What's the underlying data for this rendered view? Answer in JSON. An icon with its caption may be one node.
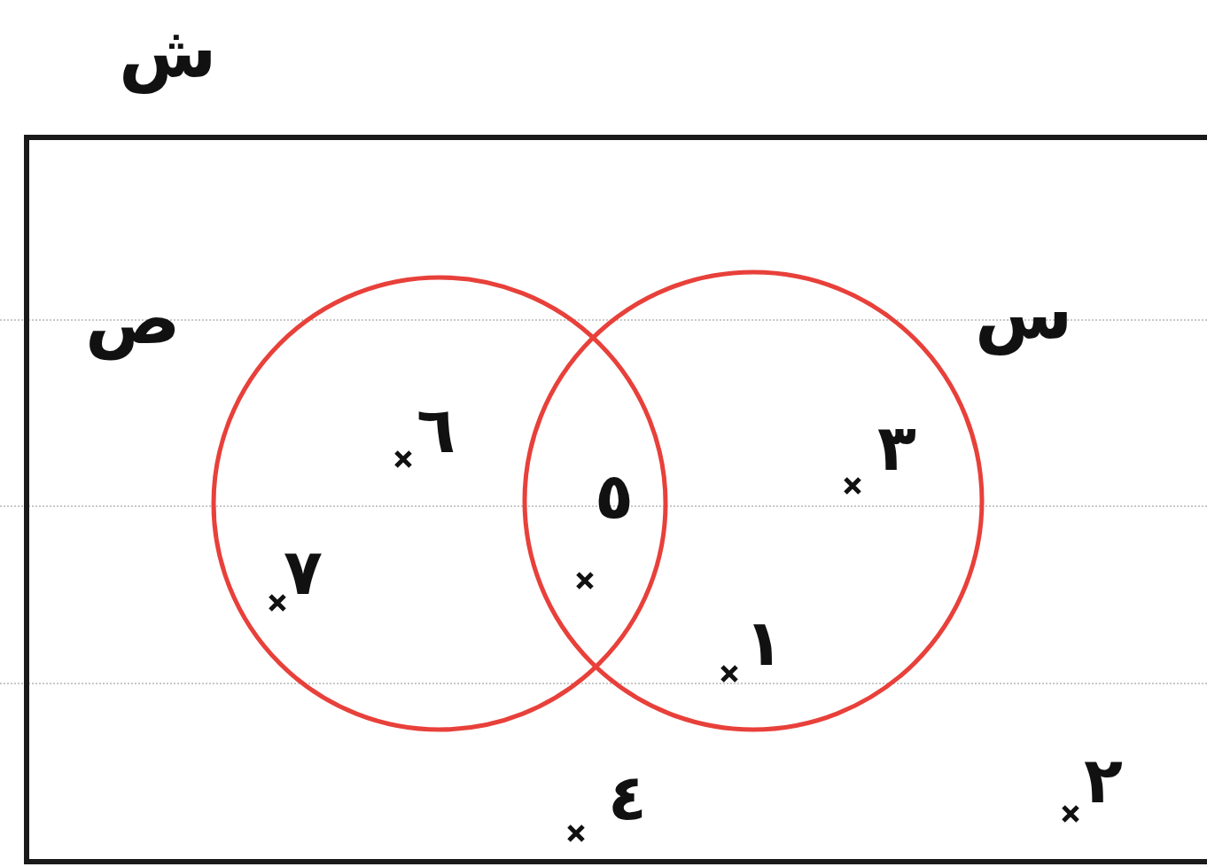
{
  "diagram": {
    "nodes": [
      {
        "text": [
          "ش"
        ]
      },
      {
        "text": [
          "ص"
        ],
        "in": 0
      },
      {
        "text": [
          "س"
        ],
        "in": 0
      }
    ],
    "labels": [
      "٦",
      "٣",
      "٥",
      "٧",
      "١",
      "٤",
      "٢"
    ]
  }
}
